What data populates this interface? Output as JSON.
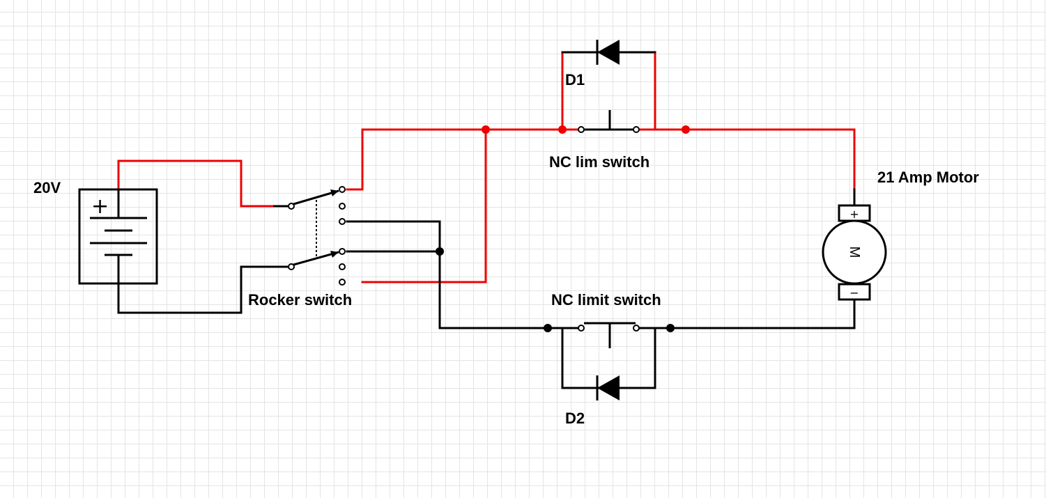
{
  "labels": {
    "battery": "20V",
    "rocker_switch": "Rocker switch",
    "nc_lim_switch": "NC lim switch",
    "nc_limit_switch": "NC limit switch",
    "d1": "D1",
    "d2": "D2",
    "motor": "21 Amp Motor",
    "motor_symbol": "M",
    "motor_plus": "+",
    "motor_minus": "−",
    "battery_plus": "+"
  },
  "colors": {
    "active_wire": "#ee0000",
    "wire": "#000000",
    "grid": "#e4e4e4"
  }
}
